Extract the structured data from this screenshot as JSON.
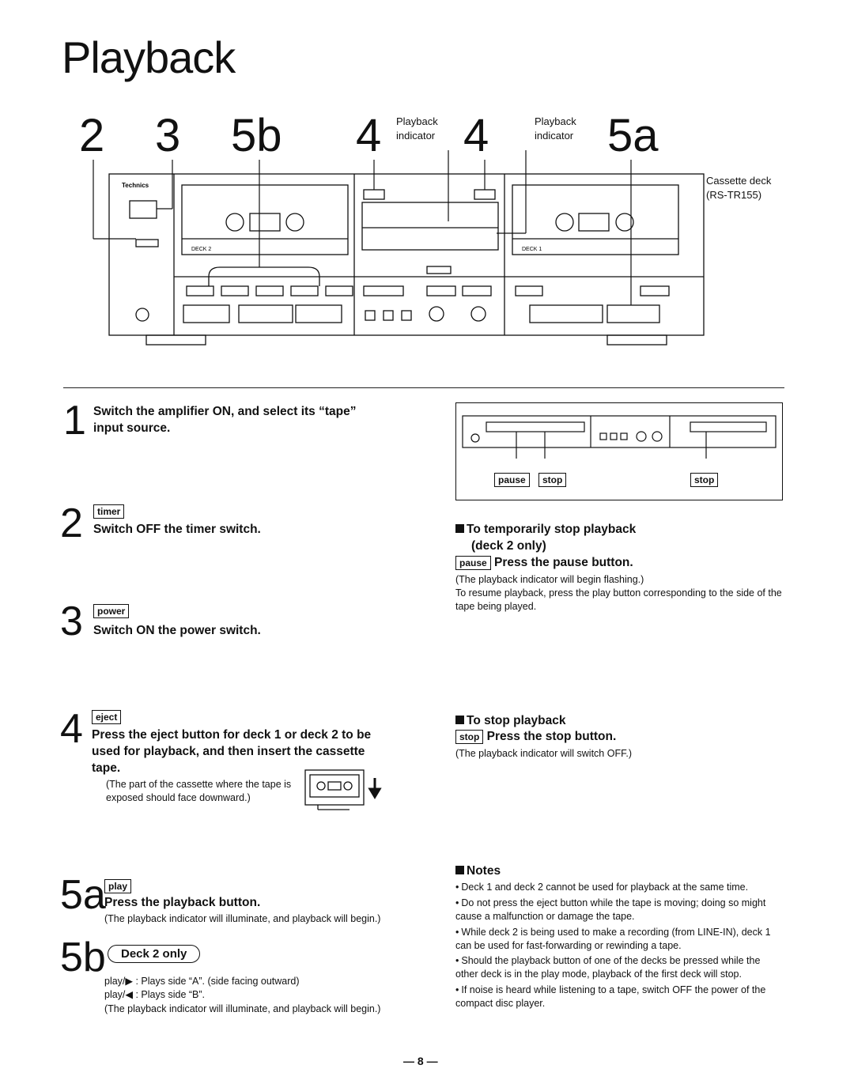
{
  "title": "Playback",
  "callouts": {
    "n2": "2",
    "n3": "3",
    "n5b": "5b",
    "n4a": "4",
    "n4b": "4",
    "n5a": "5a",
    "indicator_left": "Playback indicator",
    "indicator_right": "Playback indicator",
    "device": "Cassette deck (RS-TR155)"
  },
  "deck_labels": {
    "brand": "Technics",
    "deck2": "DECK 2",
    "deck1": "DECK 1"
  },
  "steps": {
    "s1_num": "1",
    "s1_text": "Switch the amplifier ON, and select its “tape” input source.",
    "s2_num": "2",
    "s2_key": "timer",
    "s2_text": "Switch OFF the timer switch.",
    "s3_num": "3",
    "s3_key": "power",
    "s3_text": "Switch ON the power switch.",
    "s4_num": "4",
    "s4_key": "eject",
    "s4_text": "Press the eject button for deck 1 or deck 2 to be used for playback, and then insert the cassette tape.",
    "s4_note": "(The part of the cassette where the tape is exposed should face downward.)",
    "s5a_num": "5a",
    "s5a_key": "play",
    "s5a_text": "Press the playback button.",
    "s5a_note": "(The playback indicator will illuminate, and playback will begin.)",
    "s5b_num": "5b",
    "s5b_pill": "Deck 2 only",
    "s5b_line1": "play/▶ : Plays side “A”. (side facing outward)",
    "s5b_line2": "play/◀ : Plays side “B”.",
    "s5b_note": "(The playback indicator will illuminate, and playback will begin.)"
  },
  "panel_labels": {
    "pause": "pause",
    "stop_left": "stop",
    "stop_right": "stop"
  },
  "pause_section": {
    "heading1": "To temporarily stop playback",
    "heading2": "(deck 2 only)",
    "key": "pause",
    "action": "Press the pause button.",
    "note1": "(The playback indicator will begin flashing.)",
    "note2": "To resume playback, press the play button corresponding to the side of the tape being played."
  },
  "stop_section": {
    "heading": "To stop playback",
    "key": "stop",
    "action": "Press the stop button.",
    "note": "(The playback indicator will switch OFF.)"
  },
  "notes": {
    "heading": "Notes",
    "items": [
      "Deck 1 and deck 2 cannot be used for playback at the same time.",
      "Do not press the eject button while the tape is moving; doing so might cause a malfunction or damage the tape.",
      "While deck 2 is being used to make a recording (from LINE-IN), deck 1 can be used for fast-forwarding or rewinding a tape.",
      "Should the playback button of one of the decks be pressed while the other deck is in the play mode, playback of the first deck will stop.",
      "If noise is heard while listening to a tape, switch OFF the power of the compact disc player."
    ]
  },
  "page_number": "— 8 —"
}
